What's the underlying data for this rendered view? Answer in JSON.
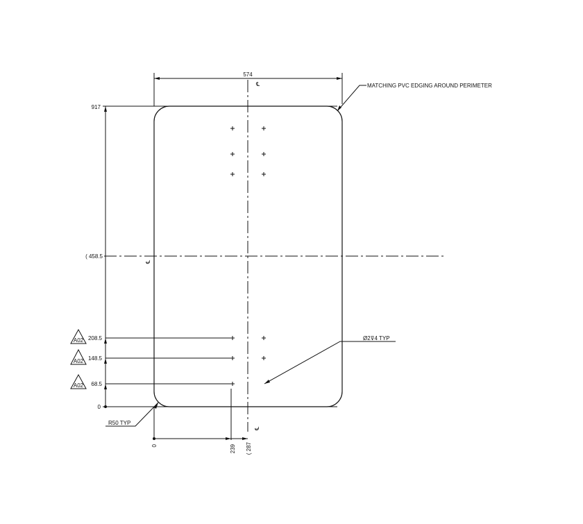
{
  "drawing": {
    "overall_width": "574",
    "overall_height": "917",
    "half_height": "( 458.5",
    "centerline_symbol": "℄",
    "edging_note": "MATCHING PVC EDGING AROUND PERIMETER",
    "radius_note": "R50 TYP",
    "hole_note": "Ø2⊽4 TYP",
    "revision_tag": "A02",
    "vertical_dims": [
      {
        "label": "208.5",
        "tagged": true
      },
      {
        "label": "148.5",
        "tagged": true
      },
      {
        "label": "68.5",
        "tagged": true
      },
      {
        "label": "0",
        "tagged": false
      }
    ],
    "horizontal_dims": [
      "0",
      "239",
      "( 287"
    ]
  }
}
